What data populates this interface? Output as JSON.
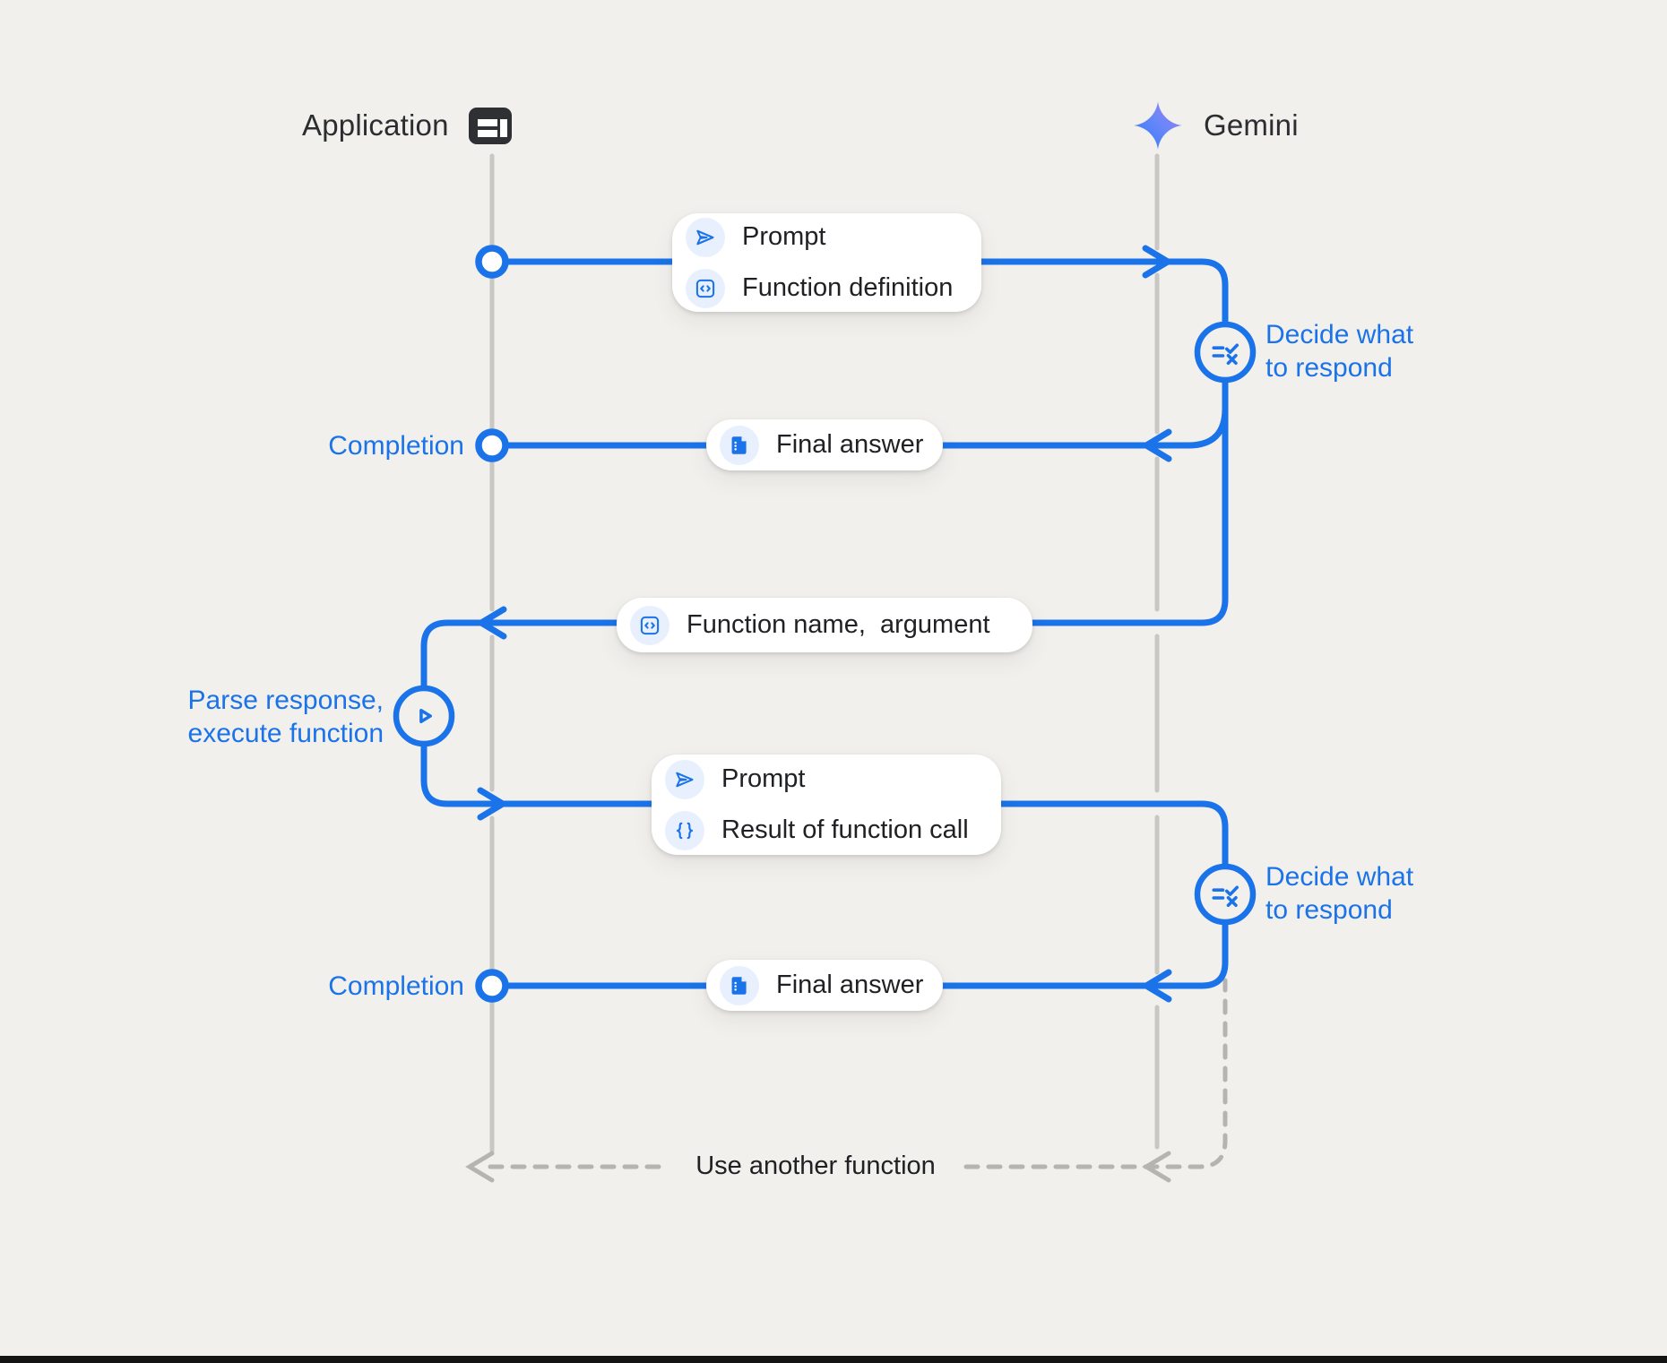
{
  "colors": {
    "background": "#f2f0ec",
    "accent_blue": "#1a73e8",
    "icon_chip_bg": "#e8f0fe",
    "text_dark": "#202124",
    "lifeline_gray": "#c8c7c4",
    "dashed_gray": "#b5b4b1",
    "card_bg": "#ffffff",
    "app_icon_dark": "#2e3033",
    "gemini_gradient_start": "#2e7cf6",
    "gemini_gradient_end": "#a57bf0"
  },
  "header": {
    "application": {
      "label": "Application",
      "icon": "app-window-icon"
    },
    "gemini": {
      "label": "Gemini",
      "icon": "gemini-star-icon"
    }
  },
  "messages": [
    {
      "id": "prompt-function-definition",
      "rows": [
        {
          "icon": "send-icon",
          "label": "Prompt"
        },
        {
          "icon": "code-icon",
          "label": "Function definition"
        }
      ]
    },
    {
      "id": "final-answer-1",
      "rows": [
        {
          "icon": "document-icon",
          "label": "Final answer"
        }
      ]
    },
    {
      "id": "function-name-argument",
      "rows": [
        {
          "icon": "code-icon",
          "label": "Function name,  argument"
        }
      ]
    },
    {
      "id": "prompt-result-of-function-call",
      "rows": [
        {
          "icon": "send-icon",
          "label": "Prompt"
        },
        {
          "icon": "braces-icon",
          "label": "Result of function call"
        }
      ]
    },
    {
      "id": "final-answer-2",
      "rows": [
        {
          "icon": "document-icon",
          "label": "Final answer"
        }
      ]
    }
  ],
  "annotations": {
    "decide_1": "Decide what\nto respond",
    "decide_2": "Decide what\nto respond",
    "completion_1": "Completion",
    "completion_2": "Completion",
    "parse_execute": "Parse response,\nexecute function",
    "use_another_function": "Use another function"
  }
}
